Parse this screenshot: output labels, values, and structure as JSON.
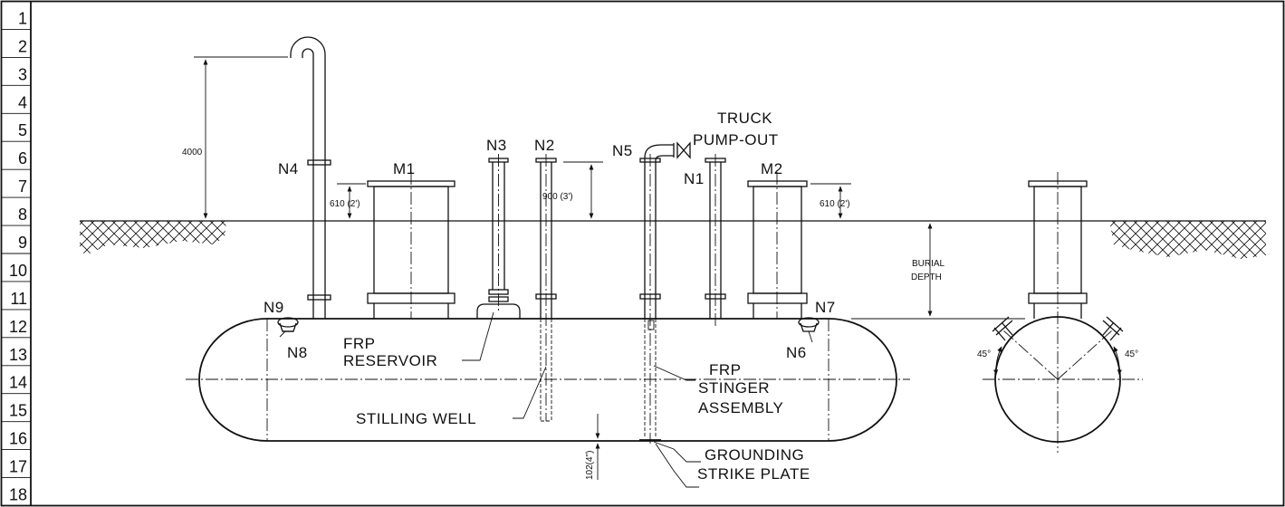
{
  "row_numbers": [
    "1",
    "2",
    "3",
    "4",
    "5",
    "6",
    "7",
    "8",
    "9",
    "10",
    "11",
    "12",
    "13",
    "14",
    "15",
    "16",
    "17",
    "18"
  ],
  "nozzles": {
    "n1": "N1",
    "n2": "N2",
    "n3": "N3",
    "n4": "N4",
    "n5": "N5",
    "n6": "N6",
    "n7": "N7",
    "n8": "N8",
    "n9": "N9"
  },
  "manways": {
    "m1": "M1",
    "m2": "M2"
  },
  "labels": {
    "truck_line1": "TRUCK",
    "truck_line2": "PUMP-OUT",
    "reservoir_line1": "FRP",
    "reservoir_line2": "RESERVOIR",
    "stilling_well": "STILLING WELL",
    "stinger_line1": "FRP",
    "stinger_line2": "STINGER",
    "stinger_line3": "ASSEMBLY",
    "grounding_line1": "GROUNDING",
    "grounding_line2": "STRIKE PLATE",
    "burial_line1": "BURIAL",
    "burial_line2": "DEPTH"
  },
  "dimensions": {
    "vent_height": "4000",
    "m1_projection": "610 (2')",
    "n2_projection": "900 (3')",
    "m2_projection": "610 (2')",
    "bottom_clearance": "102(4\")",
    "angle_left": "45°",
    "angle_right": "45°"
  }
}
